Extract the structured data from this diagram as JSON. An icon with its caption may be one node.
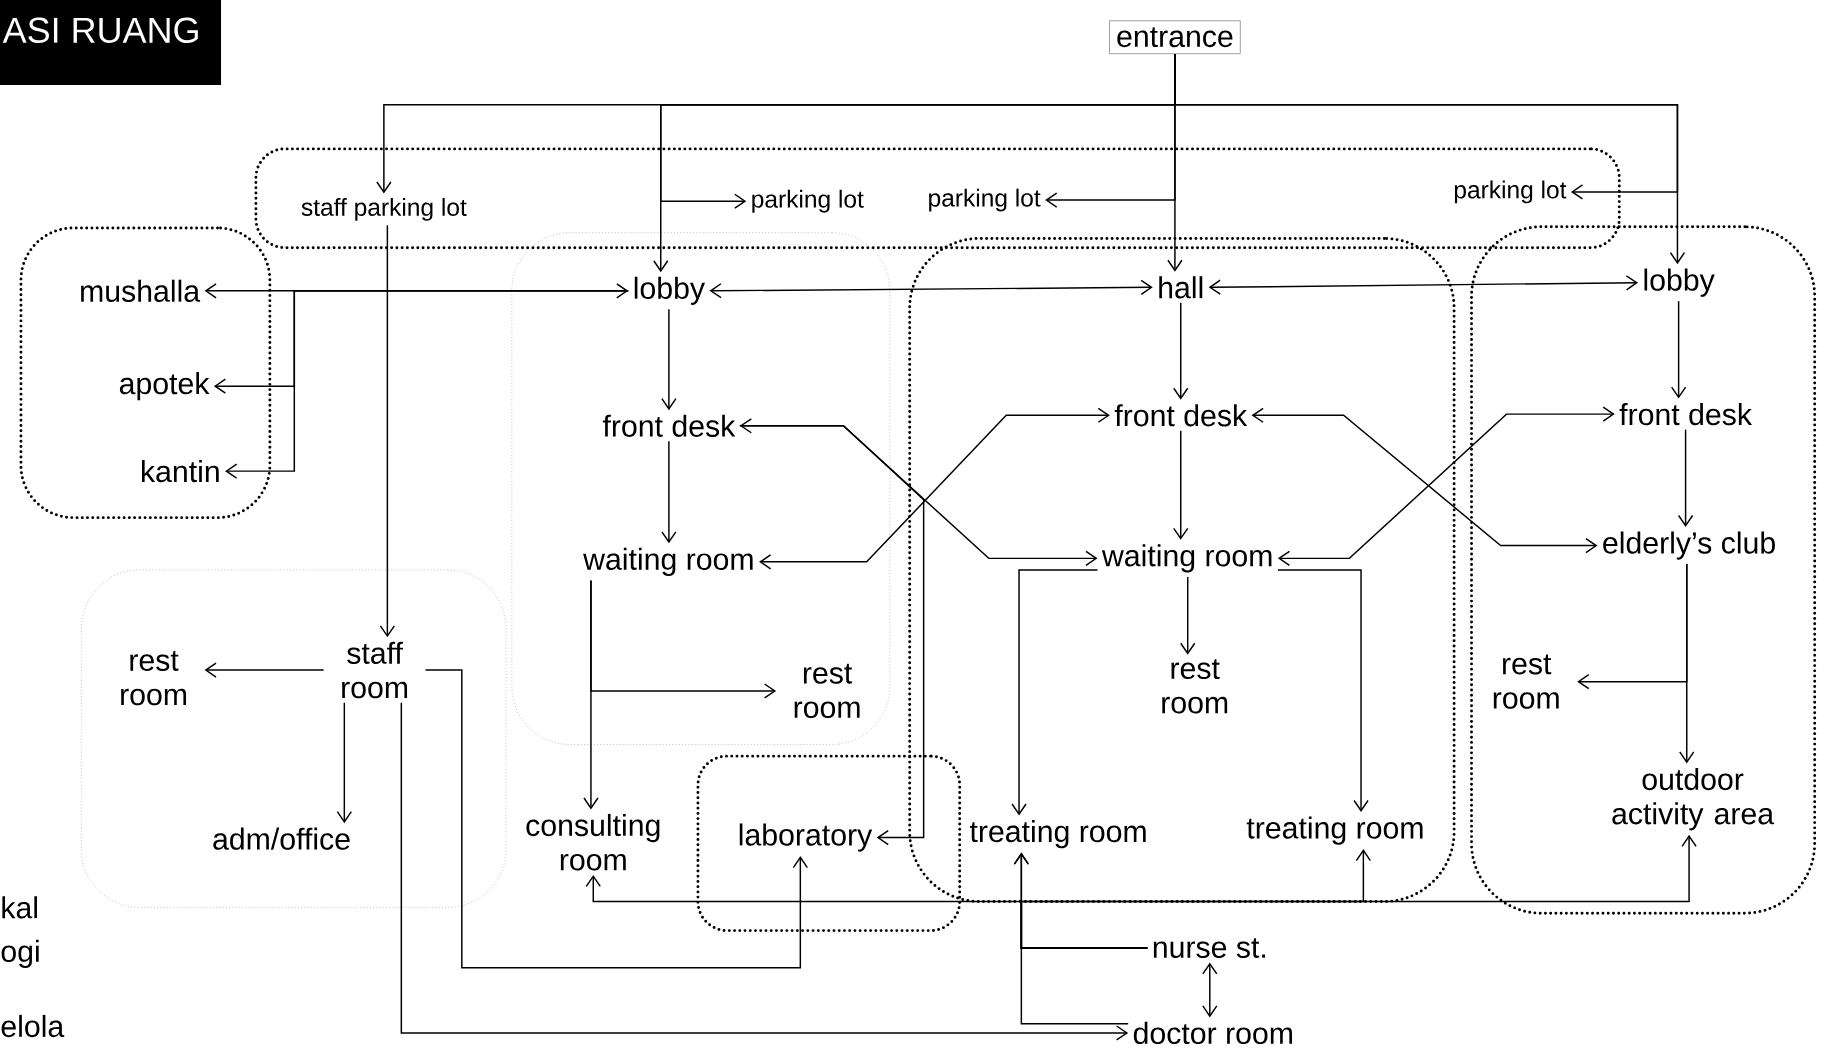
{
  "diagram": {
    "nodes": [
      {
        "text": [
          "entrance"
        ]
      },
      {
        "text": [],
        "shape": "box"
      },
      {
        "text": [
          "staff parking lot"
        ],
        "in": 1
      },
      {
        "text": [
          "parking lot"
        ],
        "in": 1
      },
      {
        "text": [
          "parking lot"
        ],
        "in": 1
      },
      {
        "text": [
          "parking lot"
        ],
        "in": 1
      },
      {
        "text": [],
        "shape": "box"
      },
      {
        "text": [
          "mushalla"
        ],
        "in": 6
      },
      {
        "text": [
          "apotek"
        ],
        "in": 6
      },
      {
        "text": [
          "kantin"
        ],
        "in": 6
      },
      {
        "text": [],
        "shape": "box"
      },
      {
        "text": [
          "lobby"
        ],
        "in": 10
      },
      {
        "text": [
          "front desk"
        ],
        "in": 10
      },
      {
        "text": [
          "waiting room"
        ],
        "in": 10
      },
      {
        "text": [
          "rest room"
        ],
        "in": 10
      },
      {
        "text": [
          "consulting room"
        ]
      },
      {
        "text": [],
        "shape": "box"
      },
      {
        "text": [
          "hall"
        ],
        "in": 16
      },
      {
        "text": [
          "front desk"
        ],
        "in": 16
      },
      {
        "text": [
          "waiting room"
        ],
        "in": 16
      },
      {
        "text": [
          "rest room"
        ],
        "in": 16
      },
      {
        "text": [
          "treating room"
        ],
        "in": 16
      },
      {
        "text": [
          "treating room"
        ],
        "in": 16
      },
      {
        "text": [],
        "shape": "box"
      },
      {
        "text": [
          "lobby"
        ],
        "in": 23
      },
      {
        "text": [
          "front desk"
        ],
        "in": 23
      },
      {
        "text": [
          "elderly’s club"
        ],
        "in": 23
      },
      {
        "text": [
          "rest room"
        ],
        "in": 23
      },
      {
        "text": [
          "outdoor activity area"
        ],
        "in": 23
      },
      {
        "text": [],
        "shape": "box"
      },
      {
        "text": [
          "staff room"
        ],
        "in": 29
      },
      {
        "text": [
          "rest room"
        ],
        "in": 29
      },
      {
        "text": [
          "adm/office"
        ],
        "in": 29
      },
      {
        "text": [],
        "shape": "box"
      },
      {
        "text": [
          "laboratory"
        ],
        "in": 33
      },
      {
        "text": [
          "nurse st."
        ]
      },
      {
        "text": [
          "doctor room"
        ]
      }
    ],
    "edges": [
      {
        "from": 0,
        "to": 17,
        "arrow": "to"
      },
      {
        "from": 0,
        "to": 4,
        "arrow": "to"
      },
      {
        "from": 0,
        "to": 2,
        "arrow": "to"
      },
      {
        "from": 0,
        "to": 11,
        "arrow": "to"
      },
      {
        "from": 0,
        "to": 3,
        "arrow": "to"
      },
      {
        "from": 0,
        "to": 24,
        "arrow": "to"
      },
      {
        "from": 0,
        "to": 5,
        "arrow": "to"
      },
      {
        "from": 7,
        "to": 11,
        "arrow": "both"
      },
      {
        "from": 11,
        "to": 8,
        "arrow": "to"
      },
      {
        "from": 11,
        "to": 9,
        "arrow": "to"
      },
      {
        "from": 11,
        "to": 17,
        "arrow": "both"
      },
      {
        "from": 17,
        "to": 24,
        "arrow": "both"
      },
      {
        "from": 11,
        "to": 12,
        "arrow": "to"
      },
      {
        "from": 12,
        "to": 13,
        "arrow": "to"
      },
      {
        "from": 12,
        "to": 19,
        "arrow": "both"
      },
      {
        "from": 13,
        "to": 18,
        "arrow": "both"
      },
      {
        "from": 12,
        "to": 34,
        "arrow": "to"
      },
      {
        "from": 17,
        "to": 18,
        "arrow": "to"
      },
      {
        "from": 18,
        "to": 19,
        "arrow": "to"
      },
      {
        "from": 19,
        "to": 20,
        "arrow": "to"
      },
      {
        "from": 18,
        "to": 26,
        "arrow": "both"
      },
      {
        "from": 19,
        "to": 25,
        "arrow": "both"
      },
      {
        "from": 19,
        "to": 21,
        "arrow": "to"
      },
      {
        "from": 19,
        "to": 22,
        "arrow": "to"
      },
      {
        "from": 13,
        "to": 15,
        "arrow": "to"
      },
      {
        "from": 13,
        "to": 14,
        "arrow": "to"
      },
      {
        "from": 24,
        "to": 25,
        "arrow": "to"
      },
      {
        "from": 25,
        "to": 26,
        "arrow": "to"
      },
      {
        "from": 26,
        "to": 28,
        "arrow": "to"
      },
      {
        "from": 26,
        "to": 27,
        "arrow": "to"
      },
      {
        "from": 2,
        "to": 30,
        "arrow": "to"
      },
      {
        "from": 30,
        "to": 31,
        "arrow": "to"
      },
      {
        "from": 30,
        "to": 32,
        "arrow": "to"
      },
      {
        "from": 30,
        "to": 34,
        "arrow": "to"
      },
      {
        "from": 30,
        "to": 36,
        "arrow": "to"
      },
      {
        "from": 35,
        "to": 21,
        "arrow": "to"
      },
      {
        "from": 36,
        "to": 21,
        "arrow": "to"
      },
      {
        "from": 35,
        "to": 36,
        "arrow": "both"
      },
      {
        "from": 35,
        "to": 15,
        "arrow": "to"
      },
      {
        "from": 35,
        "to": 22,
        "arrow": "to"
      },
      {
        "from": 35,
        "to": 28,
        "arrow": "to"
      }
    ],
    "labels": [
      "ASI RUANG",
      "kal",
      "ogi",
      "elola"
    ]
  }
}
